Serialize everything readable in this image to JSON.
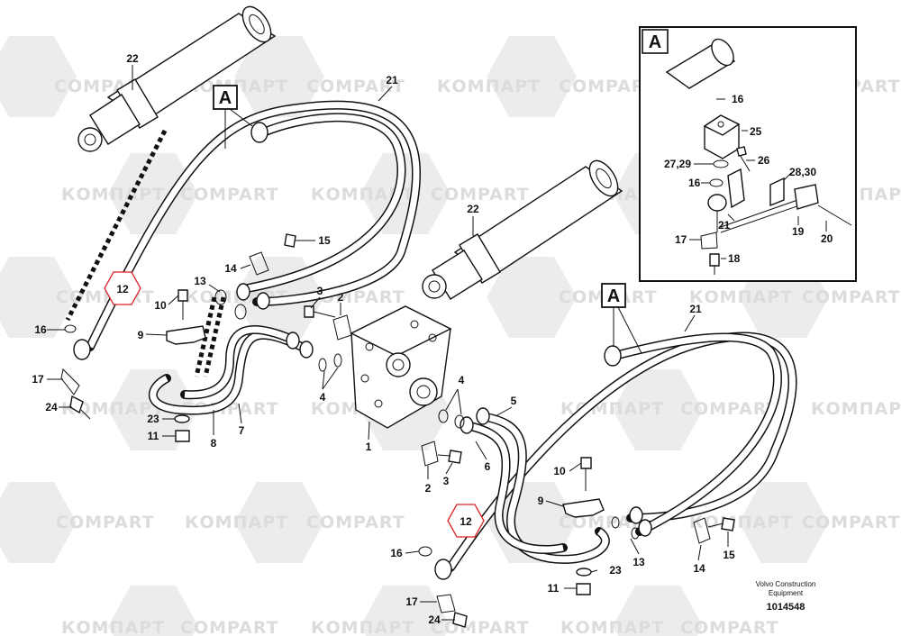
{
  "watermark": {
    "brand_latin": "COMPART",
    "brand_cyrillic": "КОМПАРТ"
  },
  "detail_view": {
    "title": "A"
  },
  "callouts": {
    "a_upper": "A",
    "a_lower": "A",
    "hex_upper": "12",
    "hex_lower": "12"
  },
  "labels": {
    "n22a": "22",
    "n21a": "21",
    "n16a": "16",
    "n17a": "17",
    "n24a": "24",
    "n15a": "15",
    "n14a": "14",
    "n13a": "13",
    "n10a": "10",
    "n9a": "9",
    "n3a": "3",
    "n2a": "2",
    "n4a": "4",
    "n23a": "23",
    "n11a": "11",
    "n8": "8",
    "n7": "7",
    "n1": "1",
    "n4b": "4",
    "n5": "5",
    "n6": "6",
    "n2b": "2",
    "n3b": "3",
    "n22b": "22",
    "n21b": "21",
    "n10b": "10",
    "n9b": "9",
    "n16b": "16",
    "n17b": "17",
    "n24b": "24",
    "n13b": "13",
    "n23b": "23",
    "n11b": "11",
    "n14b": "14",
    "n15b": "15",
    "d16a": "16",
    "d25": "25",
    "d2729": "27,29",
    "d26": "26",
    "d2830": "28,30",
    "d16b": "16",
    "d21": "21",
    "d19": "19",
    "d20": "20",
    "d17": "17",
    "d18": "18"
  },
  "footer": {
    "line1": "Volvo Construction",
    "line2": "Equipment",
    "drawing_number": "1014548"
  }
}
